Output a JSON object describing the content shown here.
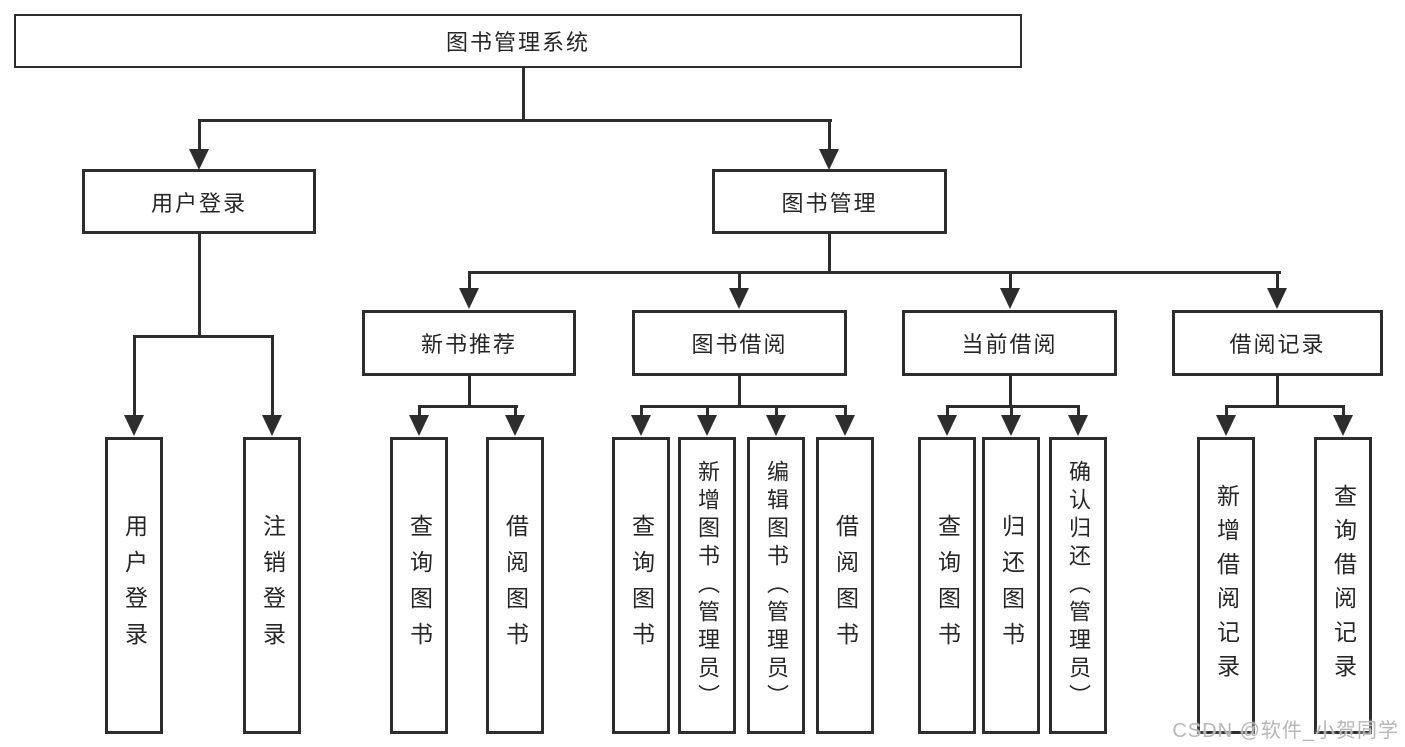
{
  "tree": {
    "label": "图书管理系统",
    "children": [
      {
        "label": "用户登录",
        "children": [
          {
            "label": "用户登录"
          },
          {
            "label": "注销登录"
          }
        ]
      },
      {
        "label": "图书管理",
        "children": [
          {
            "label": "新书推荐",
            "children": [
              {
                "label": "查询图书"
              },
              {
                "label": "借阅图书"
              }
            ]
          },
          {
            "label": "图书借阅",
            "children": [
              {
                "label": "查询图书"
              },
              {
                "label": "新增图书（管理员）"
              },
              {
                "label": "编辑图书（管理员）"
              },
              {
                "label": "借阅图书"
              }
            ]
          },
          {
            "label": "当前借阅",
            "children": [
              {
                "label": "查询图书"
              },
              {
                "label": "归还图书"
              },
              {
                "label": "确认归还（管理员）"
              }
            ]
          },
          {
            "label": "借阅记录",
            "children": [
              {
                "label": "新增借阅记录"
              },
              {
                "label": "查询借阅记录"
              }
            ]
          }
        ]
      }
    ]
  },
  "watermark": "CSDN @软件_小贺同学"
}
